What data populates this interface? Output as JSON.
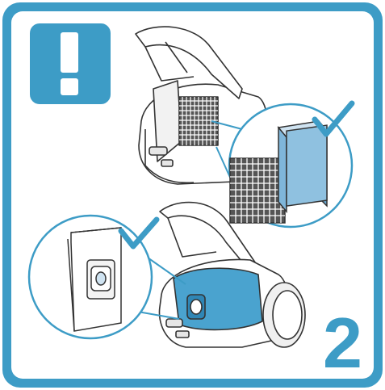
{
  "step": {
    "number": "2"
  },
  "warning": {
    "symbol": "!"
  },
  "colors": {
    "frame": "#3d9cc6",
    "accent": "#3d9cc6",
    "bag_blue": "#4aa3cf",
    "filter_blue": "#8fc1e0",
    "outline": "#333333"
  },
  "icons": {
    "warning": "exclamation-icon",
    "approved": "checkmark-icon",
    "filter_detail": "filter-zoom-callout",
    "bag_detail": "dust-bag-zoom-callout"
  }
}
